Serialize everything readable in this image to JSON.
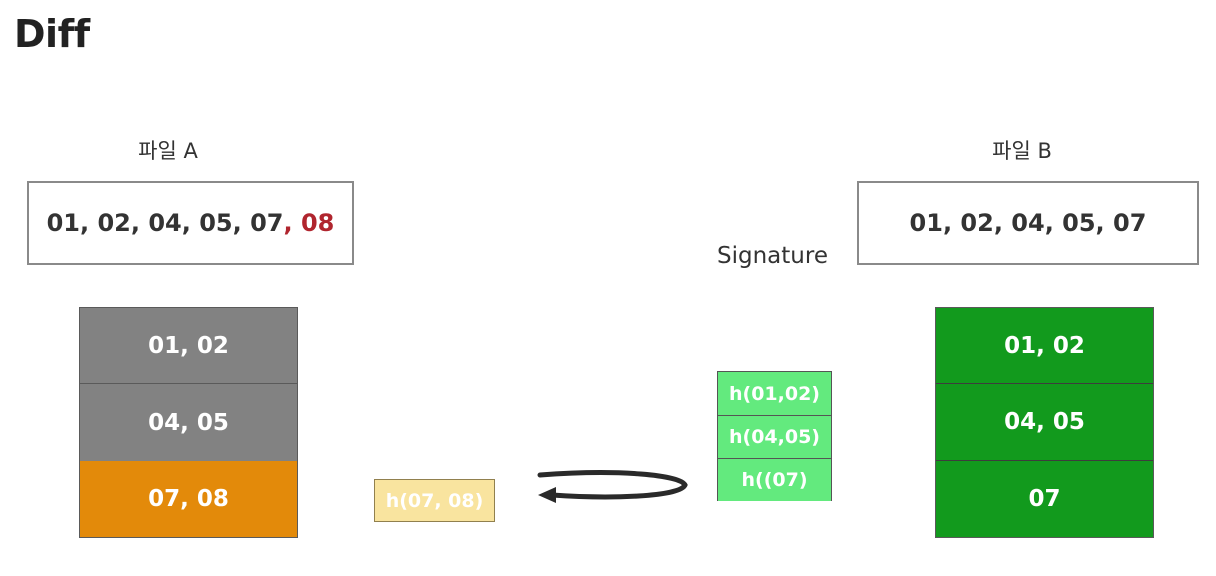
{
  "title": "Diff",
  "file_a": {
    "label": "파일 A",
    "content_prefix": "01, 02, 04, 05, 07",
    "content_highlight": ", 08",
    "blocks": [
      "01, 02",
      "04, 05",
      "07, 08"
    ],
    "block_colors": [
      "#828282",
      "#828282",
      "#e38a0a"
    ]
  },
  "file_b": {
    "label": "파일 B",
    "content": "01, 02, 04, 05, 07",
    "blocks": [
      "01, 02",
      "04, 05",
      "07"
    ],
    "block_color": "#129a1d"
  },
  "signature": {
    "label": "Signature",
    "hashes": [
      "h(01,02)",
      "h(04,05)",
      "h((07)"
    ],
    "color": "#63ea7e"
  },
  "moving_hash": {
    "text": "h(07, 08)",
    "color": "#f9e39a"
  },
  "colors": {
    "highlight": "#b0252e",
    "arrow": "#2a2a2a"
  }
}
